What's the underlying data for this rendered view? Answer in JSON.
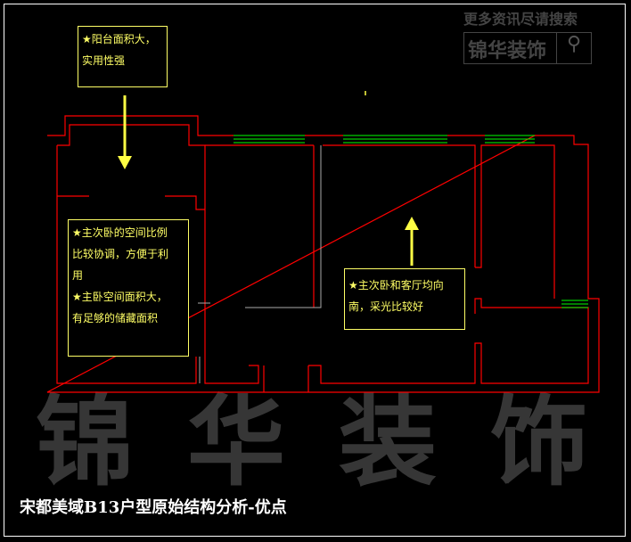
{
  "watermark": {
    "top": "更多资讯尽请搜索",
    "brand": "锦华装饰",
    "big": [
      "锦",
      "华",
      "装",
      "饰"
    ]
  },
  "notes": {
    "balcony": [
      "★阳台面积大，",
      "实用性强"
    ],
    "bedrooms": [
      "★主次卧的空间比例",
      "比较协调，方便于利",
      "用",
      "★主卧空间面积大，",
      "有足够的储藏面积"
    ],
    "orientation": [
      "★主次卧和客厅均向",
      "南，采光比较好"
    ]
  },
  "title": "宋都美域B13户型原始结构分析-优点",
  "colors": {
    "wall": "#ff0000",
    "window": "#00ff00",
    "note": "#ffff66",
    "inner": "#aaaaaa"
  }
}
